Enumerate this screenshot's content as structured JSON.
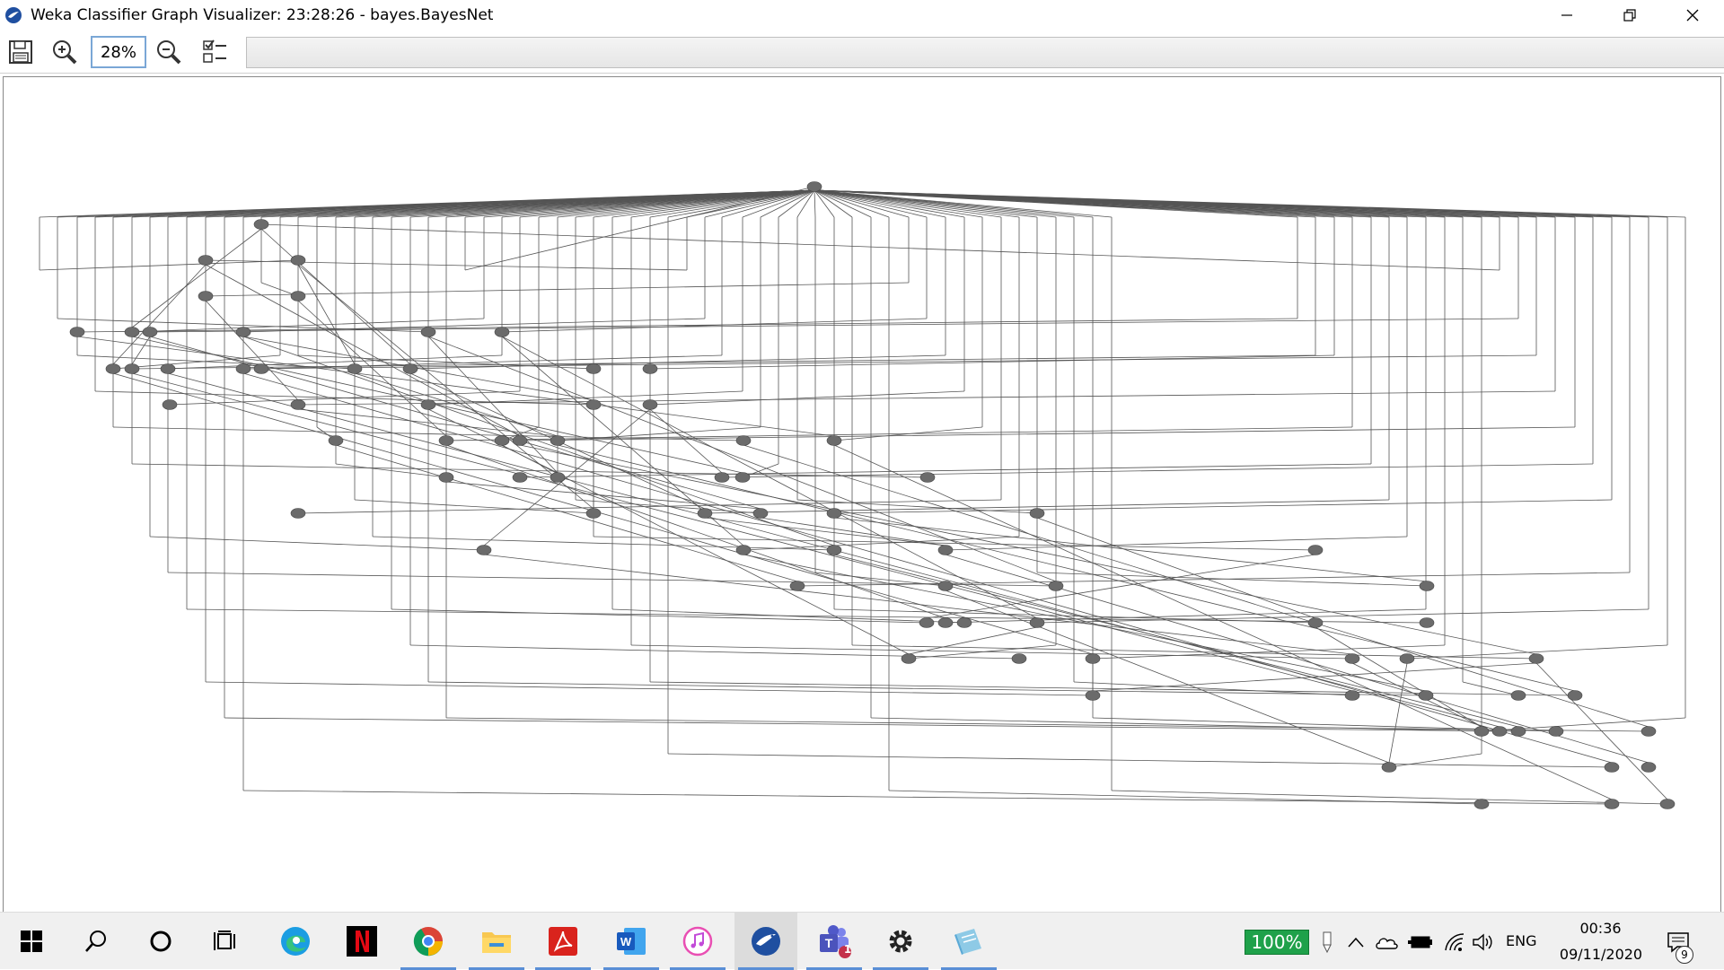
{
  "window": {
    "title": "Weka Classifier Graph Visualizer: 23:28:26 - bayes.BayesNet"
  },
  "toolbar": {
    "zoom_value": "28%"
  },
  "taskbar": {
    "battery_percent": "100%",
    "language": "ENG",
    "time": "00:36",
    "date": "09/11/2020",
    "teams_badge": "1",
    "notification_count": "9"
  }
}
